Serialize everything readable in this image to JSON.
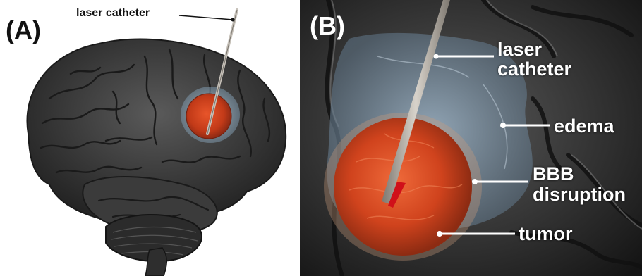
{
  "panel_a": {
    "letter": "(A)",
    "catheter_label": "laser catheter"
  },
  "panel_b": {
    "letter": "(B)",
    "catheter_label_line1": "laser",
    "catheter_label_line2": "catheter",
    "edema_label": "edema",
    "bbb_label_line1": "BBB",
    "bbb_label_line2": "disruption",
    "tumor_label": "tumor"
  },
  "colors": {
    "brain": "#3a3a3a",
    "tumor": "#c8401c",
    "edema": "#9fb4c4",
    "catheter": "#b9b4ad",
    "tip": "#d0101a"
  }
}
